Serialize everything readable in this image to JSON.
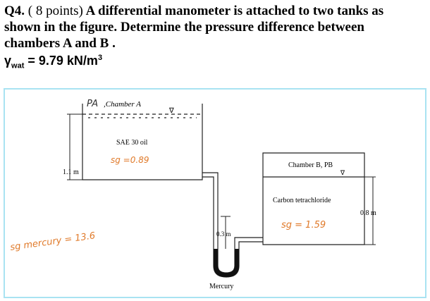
{
  "question": {
    "number": "Q4.",
    "points": "( 8 points)",
    "line1_rest": "A differential manometer is attached to two tanks as",
    "line2": "shown in the figure. Determine the pressure difference between",
    "line3": "chambers A and B ."
  },
  "given": {
    "symbol": "γ",
    "subscript": "wat",
    "equals_value": "= 9.79 kN/m",
    "superscript": "3"
  },
  "figure": {
    "chamber_a_label": "PA ,Chamber A",
    "pa_handwritten": "PA",
    "chamber_a_text": ",Chamber A",
    "oil_label": "SAE 30 oil",
    "oil_sg": "sg =0.89",
    "height_a": "1.1 m",
    "chamber_b_text": "Chamber B, PB",
    "ct_label": "Carbon tetrachloride",
    "ct_sg": "sg = 1.59",
    "height_b": "0.8 m",
    "gap_label": "0.3 m",
    "mercury_label": "Mercury",
    "mercury_sg": "sg mercury = 13.6",
    "free_surface_symbol": "∇"
  }
}
